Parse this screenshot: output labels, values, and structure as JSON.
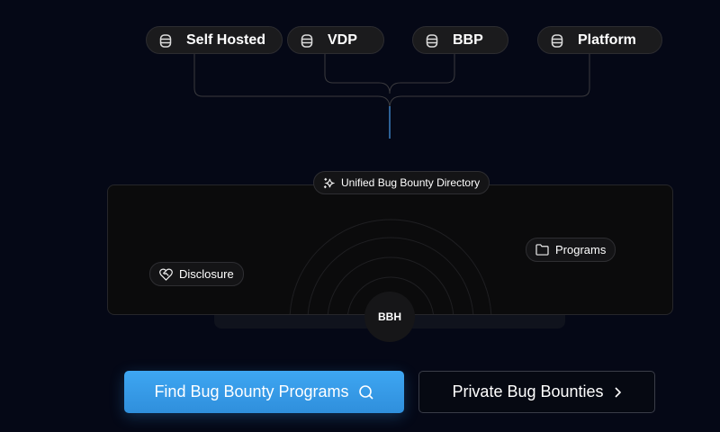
{
  "sources": [
    {
      "label": "Self Hosted",
      "icon": "database-icon"
    },
    {
      "label": "VDP",
      "icon": "database-icon"
    },
    {
      "label": "BBP",
      "icon": "database-icon"
    },
    {
      "label": "Platform",
      "icon": "database-icon"
    }
  ],
  "directory": {
    "badge": "Unified Bug Bounty Directory",
    "disclosure": "Disclosure",
    "programs": "Programs",
    "center": "BBH"
  },
  "actions": {
    "find": "Find Bug Bounty Programs",
    "private": "Private Bug Bounties"
  },
  "colors": {
    "background": "#050816",
    "accent": "#3ea6f2"
  }
}
